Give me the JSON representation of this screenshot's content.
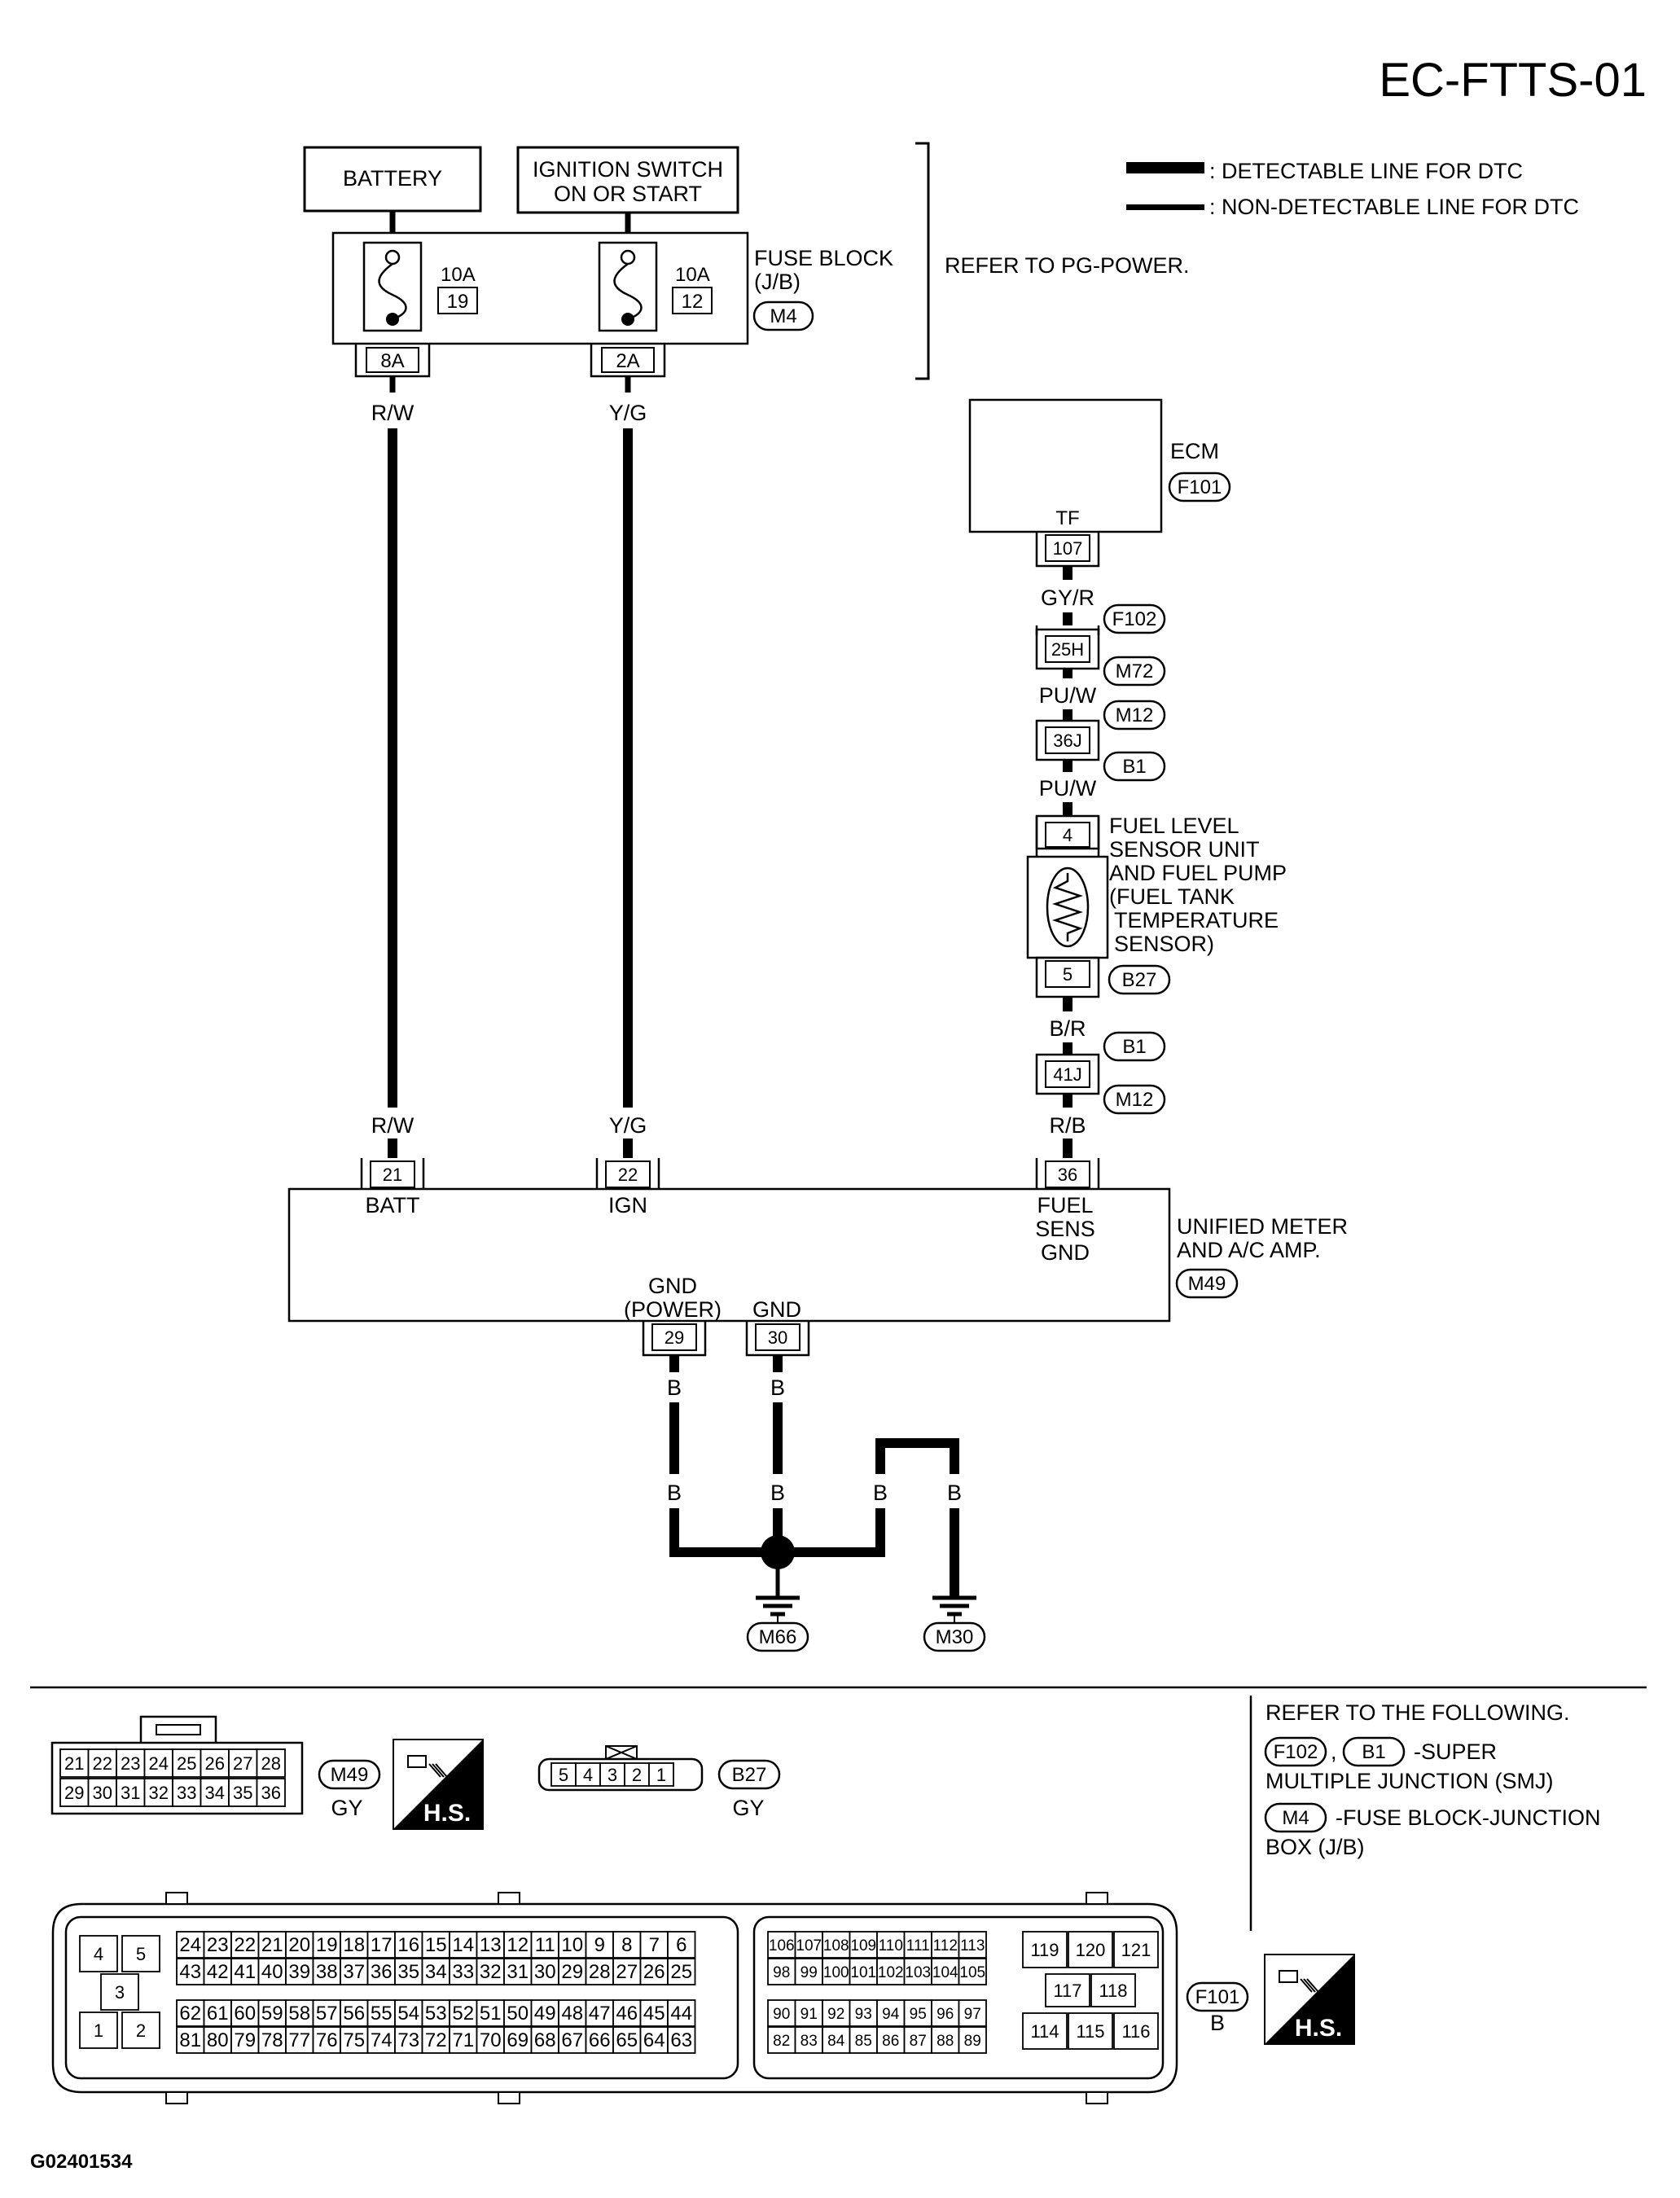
{
  "page_code": "EC-FTTS-01",
  "figure_id": "G02401534",
  "legend": {
    "detectable": ": DETECTABLE LINE FOR DTC",
    "non_detectable": ": NON-DETECTABLE LINE FOR DTC"
  },
  "power": {
    "battery": "BATTERY",
    "ignition_line1": "IGNITION SWITCH",
    "ignition_line2": "ON OR START",
    "fuse_block_line1": "FUSE BLOCK",
    "fuse_block_line2": "(J/B)",
    "fuse_block_conn": "M4",
    "refer_pg": "REFER TO PG-POWER.",
    "fuse1_rating": "10A",
    "fuse1_number": "19",
    "fuse2_rating": "10A",
    "fuse2_number": "12",
    "fuse1_terminal": "8A",
    "fuse2_terminal": "2A"
  },
  "wires": {
    "batt_top": "R/W",
    "ign_top": "Y/G",
    "batt_bottom": "R/W",
    "ign_bottom": "Y/G",
    "tf_1": "GY/R",
    "tf_2": "PU/W",
    "tf_3": "PU/W",
    "tf_4": "B/R",
    "tf_5": "R/B",
    "gnd_29_top": "B",
    "gnd_30_top": "B",
    "gnd_29_low": "B",
    "gnd_30_low": "B",
    "gnd_m30_a": "B",
    "gnd_m30_b": "B"
  },
  "ecm": {
    "label": "ECM",
    "conn": "F101",
    "pin_label": "TF",
    "pin": "107"
  },
  "junctions": {
    "j1_pin": "25H",
    "j1_conn_top": "F102",
    "j1_conn_bot": "M72",
    "j2_pin": "36J",
    "j2_conn_top": "M12",
    "j2_conn_bot": "B1",
    "j3_pin": "41J",
    "j3_conn_top": "B1",
    "j3_conn_bot": "M12"
  },
  "sensor": {
    "line1": "FUEL LEVEL",
    "line2": "SENSOR UNIT",
    "line3": "AND FUEL PUMP",
    "line4": "(FUEL TANK",
    "line5": "TEMPERATURE",
    "line6": "SENSOR)",
    "pin_top": "4",
    "pin_bottom": "5",
    "conn": "B27"
  },
  "meter": {
    "line1": "UNIFIED METER",
    "line2": "AND A/C AMP.",
    "conn": "M49",
    "pin_batt": "21",
    "label_batt": "BATT",
    "pin_ign": "22",
    "label_ign": "IGN",
    "pin_fuel": "36",
    "label_fuel1": "FUEL",
    "label_fuel2": "SENS",
    "label_fuel3": "GND",
    "gnd_power1": "GND",
    "gnd_power2": "(POWER)",
    "pin_gnd_power": "29",
    "gnd_label": "GND",
    "pin_gnd": "30"
  },
  "grounds": {
    "g1": "M66",
    "g2": "M30"
  },
  "connectors": {
    "m49": {
      "label": "M49",
      "color": "GY",
      "row1": [
        "21",
        "22",
        "23",
        "24",
        "25",
        "26",
        "27",
        "28"
      ],
      "row2": [
        "29",
        "30",
        "31",
        "32",
        "33",
        "34",
        "35",
        "36"
      ]
    },
    "b27": {
      "label": "B27",
      "color": "GY",
      "pins": [
        "5",
        "4",
        "3",
        "2",
        "1"
      ]
    },
    "f101": {
      "label": "F101",
      "color": "B",
      "left_small": [
        "4",
        "5",
        "3",
        "1",
        "2"
      ],
      "a_row1": [
        "24",
        "23",
        "22",
        "21",
        "20",
        "19",
        "18",
        "17",
        "16",
        "15",
        "14",
        "13",
        "12",
        "11",
        "10",
        "9",
        "8",
        "7",
        "6"
      ],
      "a_row2": [
        "43",
        "42",
        "41",
        "40",
        "39",
        "38",
        "37",
        "36",
        "35",
        "34",
        "33",
        "32",
        "31",
        "30",
        "29",
        "28",
        "27",
        "26",
        "25"
      ],
      "a_row3": [
        "62",
        "61",
        "60",
        "59",
        "58",
        "57",
        "56",
        "55",
        "54",
        "53",
        "52",
        "51",
        "50",
        "49",
        "48",
        "47",
        "46",
        "45",
        "44"
      ],
      "a_row4": [
        "81",
        "80",
        "79",
        "78",
        "77",
        "76",
        "75",
        "74",
        "73",
        "72",
        "71",
        "70",
        "69",
        "68",
        "67",
        "66",
        "65",
        "64",
        "63"
      ],
      "b_row1": [
        "106",
        "107",
        "108",
        "109",
        "110",
        "111",
        "112",
        "113"
      ],
      "b_row2": [
        "98",
        "99",
        "100",
        "101",
        "102",
        "103",
        "104",
        "105"
      ],
      "b_row3": [
        "90",
        "91",
        "92",
        "93",
        "94",
        "95",
        "96",
        "97"
      ],
      "b_row4": [
        "82",
        "83",
        "84",
        "85",
        "86",
        "87",
        "88",
        "89"
      ],
      "c_top": [
        "119",
        "120",
        "121"
      ],
      "c_mid": [
        "117",
        "118"
      ],
      "c_bot": [
        "114",
        "115",
        "116"
      ]
    }
  },
  "hs_label": "H.S.",
  "refer_box": {
    "line1": "REFER TO THE FOLLOWING.",
    "conn_a": "F102",
    "sep": ",",
    "conn_b": "B1",
    "text_a1": "-SUPER",
    "text_a2": "MULTIPLE JUNCTION (SMJ)",
    "conn_c": "M4",
    "text_c1": "-FUSE BLOCK-JUNCTION",
    "text_c2": "BOX (J/B)"
  }
}
